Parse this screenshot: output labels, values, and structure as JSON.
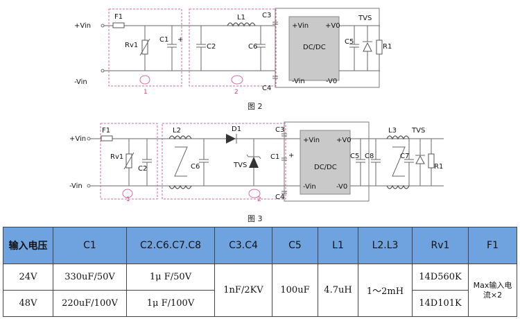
{
  "fig2": {
    "caption": "图 2",
    "labels": {
      "vin_pos": "+Vin",
      "vin_neg": "-Vin",
      "f1": "F1",
      "rv1": "Rv1",
      "c1": "C1",
      "c1_plus": "+",
      "c2": "C2",
      "l1": "L1",
      "c6": "C6",
      "c3": "C3",
      "c4": "C4",
      "dcdc_vin_pos": "+Vin",
      "dcdc_vo_pos": "+V0",
      "dcdc_vin_neg": "-Vin",
      "dcdc_vo_neg": "-V0",
      "dcdc": "DC/DC",
      "c5": "C5",
      "tvs": "TVS",
      "r1": "R1",
      "section1": "1",
      "section2": "2"
    }
  },
  "fig3": {
    "caption": "图 3",
    "labels": {
      "vin_pos": "+Vin",
      "vin_neg": "-Vin",
      "f1": "F1",
      "rv1": "Rv1",
      "c2": "C2",
      "l2": "L2",
      "c6": "C6",
      "d1": "D1",
      "tvs_mid": "TVS",
      "c3": "C3",
      "c1": "C1",
      "c1_plus": "+",
      "c4": "C4",
      "dcdc_vin_pos": "+Vin",
      "dcdc_vo_pos": "+V0",
      "dcdc_vin_neg": "-Vin",
      "dcdc_vo_neg": "-V0",
      "dcdc": "DC/DC",
      "c5": "C5",
      "c8": "C8",
      "l3": "L3",
      "c7": "C7",
      "tvs": "TVS",
      "r1": "R1",
      "section1": "1",
      "section2": "2"
    }
  },
  "table": {
    "headers": [
      "输入电压",
      "C1",
      "C2.C6.C7.C8",
      "C3.C4",
      "C5",
      "L1",
      "L2.L3",
      "Rv1",
      "F1"
    ],
    "rows": [
      [
        "24V",
        "330uF/50V",
        "1μ F/50V",
        "1nF/2KV",
        "100uF",
        "4.7uH",
        "1～2mH",
        "14D560K",
        "Max输入电流×2"
      ],
      [
        "48V",
        "220uF/100V",
        "1μ F/100V",
        "14D101K"
      ]
    ]
  }
}
